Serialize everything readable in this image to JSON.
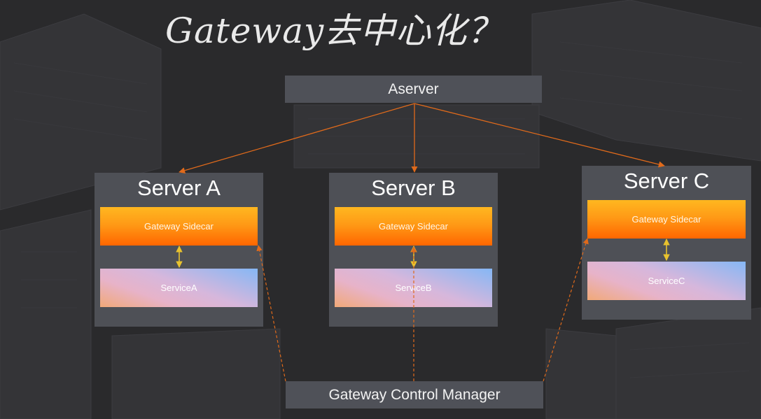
{
  "title": "Gateway去中心化？",
  "aserver": {
    "label": "Aserver"
  },
  "control_manager": {
    "label": "Gateway Control Manager"
  },
  "servers": [
    {
      "name": "Server A",
      "sidecar": "Gateway Sidecar",
      "service": "ServiceA"
    },
    {
      "name": "Server B",
      "sidecar": "Gateway Sidecar",
      "service": "ServiceB"
    },
    {
      "name": "Server C",
      "sidecar": "Gateway Sidecar",
      "service": "ServiceC"
    }
  ],
  "colors": {
    "background": "#2b2b2d",
    "box": "#4e5056",
    "solid_arrow": "#e06a1b",
    "dashed_arrow": "#e06a1b",
    "bidirectional_arrow": "#e8c22e",
    "sidecar_top": "#ffb720",
    "sidecar_bottom": "#ff6600"
  }
}
